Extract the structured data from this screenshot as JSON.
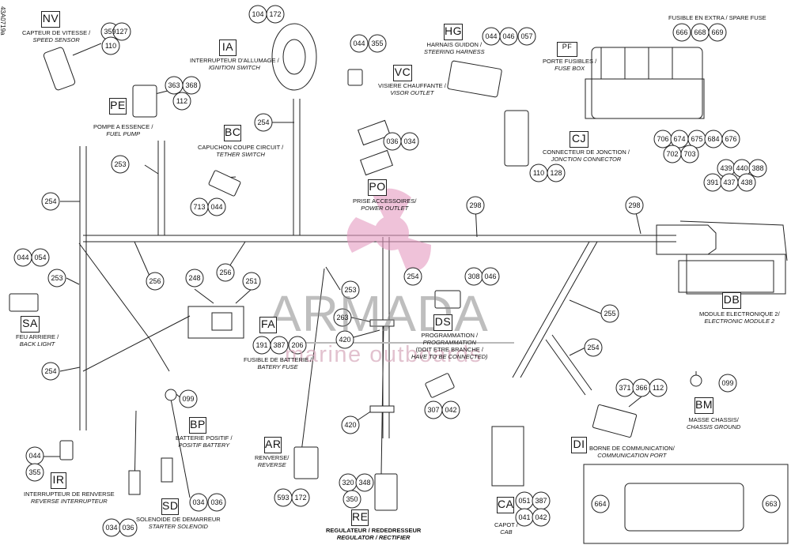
{
  "document_id": "43A0719a",
  "watermark": {
    "title": "ARMADA",
    "subtitle": "marine outboards"
  },
  "components": {
    "nv": {
      "code": "NV",
      "fr": "CAPTEUR DE VITESSE /",
      "en": "SPEED SENSOR"
    },
    "ia": {
      "code": "IA",
      "fr": "INTERRUPTEUR D'ALLUMAGE /",
      "en": "IGNITION SWITCH"
    },
    "pe": {
      "code": "PE",
      "fr": "POMPE A ESSENCE /",
      "en": "FUEL PUMP"
    },
    "bc": {
      "code": "BC",
      "fr": "CAPUCHON COUPE CIRCUIT /",
      "en": "TETHER SWITCH"
    },
    "hg": {
      "code": "HG",
      "fr": "HARNAIS GUIDON /",
      "en": "STEERING HARNESS"
    },
    "vc": {
      "code": "VC",
      "fr": "VISIERE CHAUFFANTE /",
      "en": "VISOR OUTLET"
    },
    "pf": {
      "code": "PF",
      "fr_spacer": "",
      "fr": "PORTE FUSIBLES /",
      "en": "FUSE BOX"
    },
    "spare": {
      "text": "FUSIBLE EN EXTRA / SPARE FUSE"
    },
    "cj": {
      "code": "CJ",
      "fr": "CONNECTEUR DE JONCTION /",
      "en": "JONCTION CONNECTOR"
    },
    "po": {
      "code": "PO",
      "fr": "PRISE ACCESSOIRES/",
      "en": "POWER OUTLET"
    },
    "sa": {
      "code": "SA",
      "fr": "FEU ARRIERE /",
      "en": "BACK LIGHT"
    },
    "fa": {
      "code": "FA",
      "fr": "FUSIBLE DE BATTERIE /",
      "en": "BATERY FUSE"
    },
    "ds": {
      "code": "DS",
      "fr": "PROGRAMMATION /",
      "en": "PROGRAMMATION",
      "fr2": "(DOIT ETRE BRANCHE /",
      "en2": "HAVE TO BE CONNECTED)"
    },
    "db": {
      "code": "DB",
      "fr": "MODULE ELECTRONIQUE 2/",
      "en": "ELECTRONIC MODULE 2"
    },
    "bm": {
      "code": "BM",
      "fr": "MASSE CHASSIS/",
      "en": "CHASSIS GROUND"
    },
    "bp": {
      "code": "BP",
      "fr": "BATTERIE POSITIF /",
      "en": "POSITIF BATTERY"
    },
    "ar": {
      "code": "AR",
      "fr": "RENVERSE/",
      "en": "REVERSE"
    },
    "di": {
      "code": "DI",
      "fr": "BORNE DE COMMUNICATION/",
      "en": "COMMUNICATION PORT"
    },
    "ir": {
      "code": "IR",
      "fr": "INTERRUPTEUR DE RENVERSE",
      "en": "REVERSE INTERRUPTEUR"
    },
    "sd": {
      "code": "SD",
      "fr": "SOLENOIDE DE DEMARREUR",
      "en": "STARTER SOLENOID"
    },
    "re": {
      "code": "RE",
      "fr": "REGULATEUR / REDEDRESSEUR",
      "en": "REGULATOR / RECTIFIER"
    },
    "ca": {
      "code": "CA",
      "fr": "CAPOT /",
      "en": "CAB"
    }
  },
  "references": [
    "359",
    "127",
    "110",
    "363",
    "368",
    "112",
    "104",
    "172",
    "044",
    "355",
    "044",
    "046",
    "057",
    "666",
    "668",
    "669",
    "254",
    "036",
    "034",
    "110",
    "128",
    "706",
    "674",
    "675",
    "684",
    "676",
    "702",
    "703",
    "439",
    "440",
    "388",
    "391",
    "437",
    "438",
    "253",
    "713",
    "044",
    "254",
    "298",
    "298",
    "044",
    "054",
    "253",
    "256",
    "256",
    "248",
    "251",
    "253",
    "254",
    "308",
    "046",
    "263",
    "420",
    "255",
    "254",
    "191",
    "387",
    "206",
    "254",
    "099",
    "099",
    "371",
    "366",
    "112",
    "420",
    "307",
    "042",
    "044",
    "355",
    "034",
    "036",
    "034",
    "036",
    "593",
    "172",
    "320",
    "348",
    "350",
    "051",
    "387",
    "041",
    "042",
    "664",
    "663"
  ]
}
